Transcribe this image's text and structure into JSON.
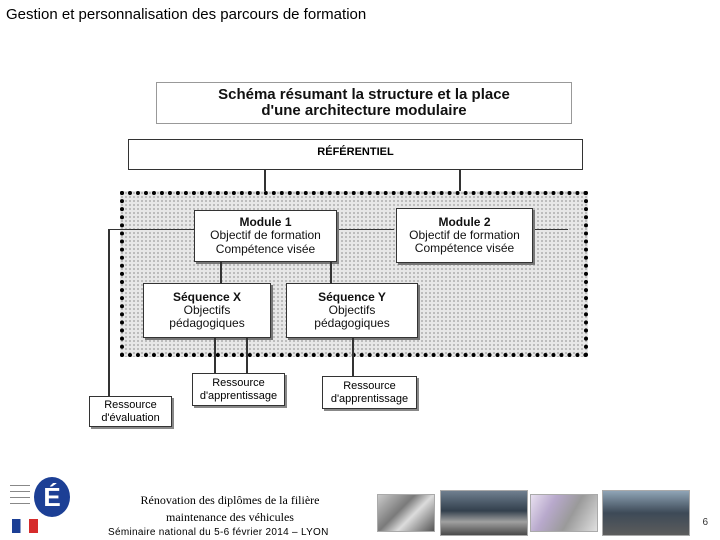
{
  "slide": {
    "title": "Gestion et personnalisation des parcours de formation",
    "page_number": "6"
  },
  "diagram": {
    "title_line1": "Schéma résumant la structure et la place",
    "title_line2": "d'une architecture modulaire",
    "referentiel": "RÉFÉRENTIEL",
    "module1": {
      "title": "Module 1",
      "line1": "Objectif de formation",
      "line2": "Compétence visée"
    },
    "module2": {
      "title": "Module 2",
      "line1": "Objectif de formation",
      "line2": "Compétence visée"
    },
    "seqX": {
      "title": "Séquence X",
      "line1": "Objectifs",
      "line2": "pédagogiques"
    },
    "seqY": {
      "title": "Séquence Y",
      "line1": "Objectifs",
      "line2": "pédagogiques"
    },
    "res_app1": {
      "line1": "Ressource",
      "line2": "d'apprentissage"
    },
    "res_app2": {
      "line1": "Ressource",
      "line2": "d'apprentissage"
    },
    "res_eval": {
      "line1": "Ressource",
      "line2": "d'évaluation"
    }
  },
  "footer": {
    "line1": "Rénovation des diplômes de la filière",
    "line2": "maintenance des véhicules",
    "line3": "Séminaire national du 5-6 février 2014 – LYON"
  },
  "logo": {
    "icon": "ministere-logo-icon",
    "letter": "É"
  },
  "colors": {
    "logo_blue": "#1c3f95",
    "logo_red": "#d62b2b",
    "pattern": "#b9b9b9"
  }
}
